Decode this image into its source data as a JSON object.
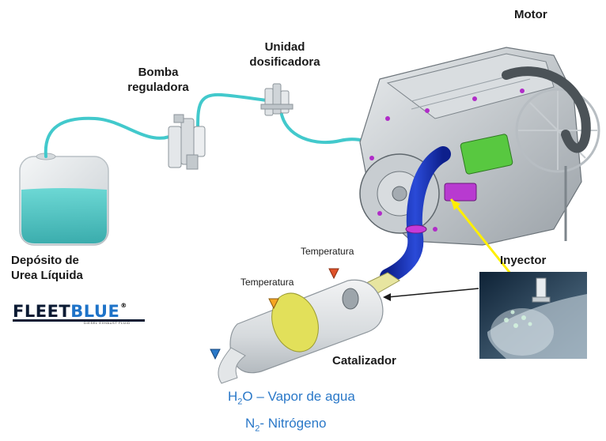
{
  "labels": {
    "motor": "Motor",
    "unidad_line1": "Unidad",
    "unidad_line2": "dosificadora",
    "bomba_line1": "Bomba",
    "bomba_line2": "reguladora",
    "deposito_line1": "Depósito de",
    "deposito_line2": "Urea Líquida",
    "temperatura_upper": "Temperatura",
    "temperatura_lower": "Temperatura",
    "inyector": "Inyector",
    "catalizador": "Catalizador"
  },
  "outputs": {
    "water_formula": "H",
    "water_sub": "2",
    "water_rest": "O – Vapor de agua",
    "nitrogen_formula": "N",
    "nitrogen_sub": "2",
    "nitrogen_rest": "- Nitrógeno"
  },
  "brand": {
    "name_part1": "FLEET",
    "name_part2": "BLUE",
    "registered": "®",
    "tagline": "DIESEL EXHAUST FLUID",
    "color_dark": "#0b1a33",
    "color_blue": "#1e73c8"
  },
  "colors": {
    "urea": "#3cc2c0",
    "hose": "#42c9cc",
    "exhaust_pipe": "#1830b0",
    "catalyst_core": "#e2e05a",
    "marker_orange": "#f5a623",
    "marker_red": "#e0522a",
    "marker_blue": "#2a78c8",
    "output_text": "#2a78c8"
  }
}
